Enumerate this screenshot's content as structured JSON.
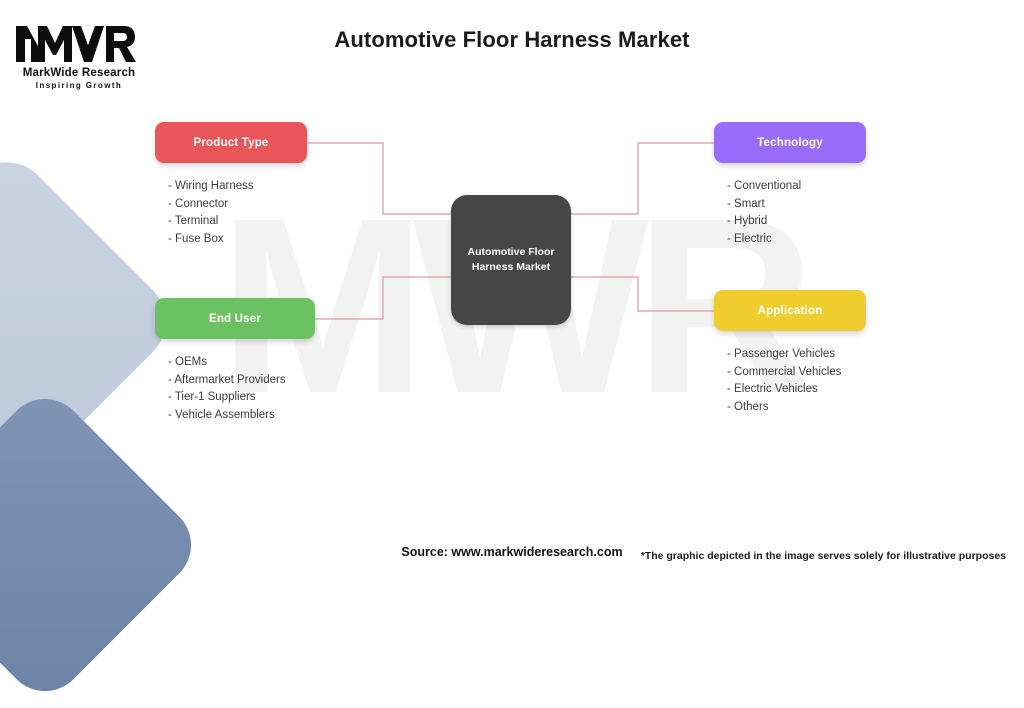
{
  "logo": {
    "mark": "MWR",
    "name": "MarkWide Research",
    "tagline": "Inspiring Growth"
  },
  "header": {
    "title": "Automotive Floor Harness Market"
  },
  "watermark": "MWR",
  "hub": {
    "label": "Automotive Floor Harness Market",
    "line1": "Automotive Floor",
    "line2": "Harness Market",
    "color": "#464646"
  },
  "nodes": [
    {
      "id": "product-type",
      "title": "Product Type",
      "color": "#e8565a",
      "items": [
        "- Wiring Harness",
        "- Connector",
        "- Terminal",
        "- Fuse Box"
      ]
    },
    {
      "id": "technology",
      "title": "Technology",
      "color": "#9b6bfa",
      "items": [
        "- Conventional",
        "- Smart",
        "- Hybrid",
        "- Electric"
      ]
    },
    {
      "id": "end-user",
      "title": "End User",
      "color": "#6cc263",
      "items": [
        "- OEMs",
        "- Aftermarket Providers",
        "- Tier-1 Suppliers",
        "- Vehicle Assemblers"
      ]
    },
    {
      "id": "application",
      "title": "Application",
      "color": "#efcd2e",
      "items": [
        "- Passenger Vehicles",
        "- Commercial Vehicles",
        "- Electric Vehicles",
        "- Others"
      ]
    }
  ],
  "connector_color": "#d99a9a",
  "footer": {
    "source": "Source: www.markwideresearch.com",
    "note": "*The graphic depicted in the image serves solely for illustrative purposes"
  }
}
